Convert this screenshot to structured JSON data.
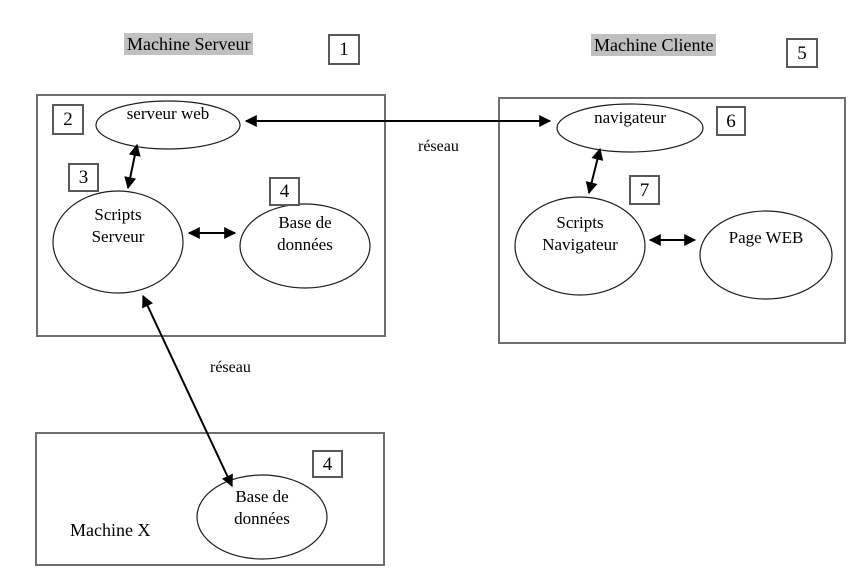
{
  "server_machine": {
    "title": "Machine Serveur",
    "badge": "1",
    "web_server": {
      "label": "serveur web",
      "badge": "2"
    },
    "scripts": {
      "line1": "Scripts",
      "line2": "Serveur",
      "badge": "3"
    },
    "database": {
      "line1": "Base de",
      "line2": "données",
      "badge": "4"
    }
  },
  "client_machine": {
    "title": "Machine Cliente",
    "badge": "5",
    "browser": {
      "label": "navigateur",
      "badge": "6"
    },
    "scripts": {
      "line1": "Scripts",
      "line2": "Navigateur",
      "badge": "7"
    },
    "web_page": {
      "label": "Page WEB"
    }
  },
  "machine_x": {
    "title": "Machine X",
    "database": {
      "line1": "Base de",
      "line2": "données",
      "badge": "4"
    }
  },
  "network": {
    "top_label": "réseau",
    "bottom_label": "réseau"
  },
  "colors": {
    "highlight": "#c0c0c0",
    "frame_border": "#6e6e6e",
    "badge_border": "#595959",
    "line": "#000000"
  }
}
